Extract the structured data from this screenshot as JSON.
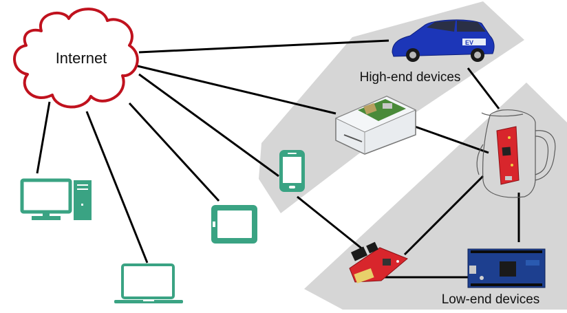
{
  "labels": {
    "internet": "Internet",
    "high_end": "High-end devices",
    "low_end": "Low-end devices"
  },
  "colors": {
    "cloud_outline": "#c0121e",
    "terminal_icons": "#3aa383",
    "zone_fill": "#d6d6d6",
    "links": "#000000",
    "car_body": "#1c36b8",
    "board_red": "#d8262c",
    "board_blue": "#1d3f8f"
  },
  "icons": {
    "cloud": "cloud-icon",
    "desktop": "desktop-computer-icon",
    "laptop": "laptop-icon",
    "tablet": "tablet-icon",
    "phone": "smartphone-icon",
    "car": "electric-car-icon",
    "mini_pc": "raspberry-pi-case-icon",
    "kettle": "smart-kettle-icon",
    "wifi_board": "wifi-board-icon",
    "arduino": "arduino-due-board-icon"
  }
}
